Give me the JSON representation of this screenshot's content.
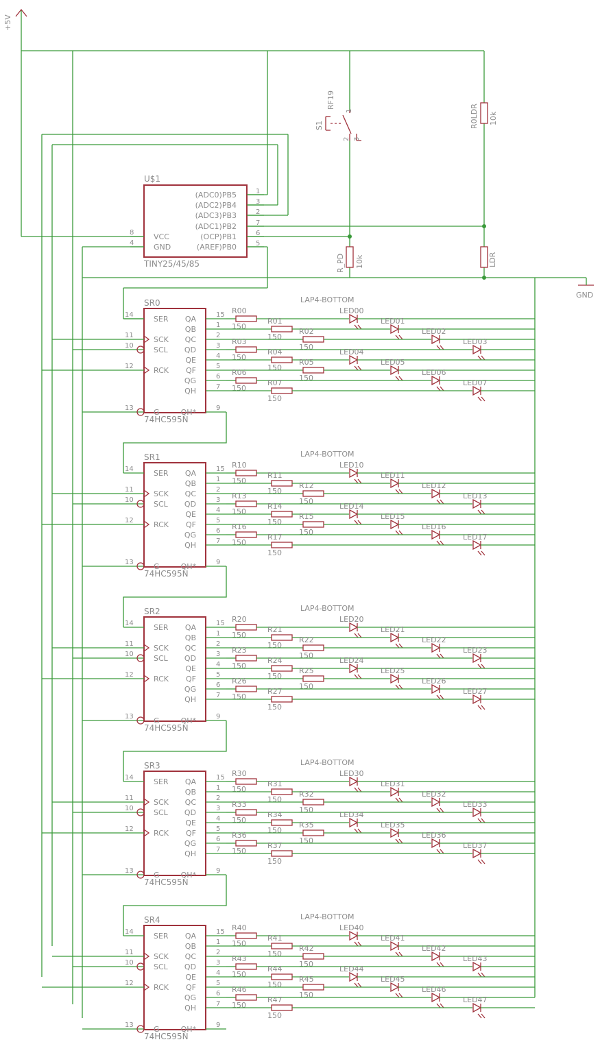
{
  "power": {
    "vcc_label": "+5V",
    "gnd_label": "GND"
  },
  "mcu": {
    "name": "U$1",
    "part": "TINY25/45/85",
    "left_pins": [
      {
        "num": "8",
        "name": "VCC"
      },
      {
        "num": "4",
        "name": "GND"
      }
    ],
    "right_pins": [
      {
        "num": "1",
        "name": "(ADC0)PB5"
      },
      {
        "num": "3",
        "name": "(ADC2)PB4"
      },
      {
        "num": "2",
        "name": "(ADC3)PB3"
      },
      {
        "num": "7",
        "name": "(ADC1)PB2"
      },
      {
        "num": "6",
        "name": "(OCP)PB1"
      },
      {
        "num": "5",
        "name": "(AREF)PB0"
      }
    ]
  },
  "switch": {
    "name": "S1",
    "part": "RF19",
    "pins": [
      "1",
      "2",
      "3"
    ]
  },
  "resistors_aux": [
    {
      "name": "R_PD",
      "value": "10k"
    },
    {
      "name": "R0LDR",
      "value": "10k"
    }
  ],
  "ldr": {
    "name": "LDR"
  },
  "shift_register_part": "74HC595N",
  "sr_left_pins": [
    {
      "num": "14",
      "name": "SER"
    },
    {
      "num": "11",
      "name": "SCK"
    },
    {
      "num": "10",
      "name": "SCL"
    },
    {
      "num": "12",
      "name": "RCK"
    },
    {
      "num": "13",
      "name": "G"
    }
  ],
  "sr_right_pins": [
    {
      "num": "15",
      "name": "QA"
    },
    {
      "num": "1",
      "name": "QB"
    },
    {
      "num": "2",
      "name": "QC"
    },
    {
      "num": "3",
      "name": "QD"
    },
    {
      "num": "4",
      "name": "QE"
    },
    {
      "num": "5",
      "name": "QF"
    },
    {
      "num": "6",
      "name": "QG"
    },
    {
      "num": "7",
      "name": "QH"
    },
    {
      "num": "9",
      "name": "QH*"
    }
  ],
  "led_array_label": "LAP4-BOTTOM",
  "resistor_value": "150",
  "shift_registers": [
    {
      "name": "SR0",
      "resistors": [
        "R00",
        "R01",
        "R02",
        "R03",
        "R04",
        "R05",
        "R06",
        "R07"
      ],
      "leds": [
        "LED00",
        "LED01",
        "LED02",
        "LED03",
        "LED04",
        "LED05",
        "LED06",
        "LED07"
      ]
    },
    {
      "name": "SR1",
      "resistors": [
        "R10",
        "R11",
        "R12",
        "R13",
        "R14",
        "R15",
        "R16",
        "R17"
      ],
      "leds": [
        "LED10",
        "LED11",
        "LED12",
        "LED13",
        "LED14",
        "LED15",
        "LED16",
        "LED17"
      ]
    },
    {
      "name": "SR2",
      "resistors": [
        "R20",
        "R21",
        "R22",
        "R23",
        "R24",
        "R25",
        "R26",
        "R27"
      ],
      "leds": [
        "LED20",
        "LED21",
        "LED22",
        "LED23",
        "LED24",
        "LED25",
        "LED26",
        "LED27"
      ]
    },
    {
      "name": "SR3",
      "resistors": [
        "R30",
        "R31",
        "R32",
        "R33",
        "R34",
        "R35",
        "R36",
        "R37"
      ],
      "leds": [
        "LED30",
        "LED31",
        "LED32",
        "LED33",
        "LED34",
        "LED35",
        "LED36",
        "LED37"
      ]
    },
    {
      "name": "SR4",
      "resistors": [
        "R40",
        "R41",
        "R42",
        "R43",
        "R44",
        "R45",
        "R46",
        "R47"
      ],
      "leds": [
        "LED40",
        "LED41",
        "LED42",
        "LED43",
        "LED44",
        "LED45",
        "LED46",
        "LED47"
      ]
    }
  ],
  "colors": {
    "wire": "#3a9a3a",
    "component": "#a0323c",
    "text": "#8c8c8c",
    "background": "#ffffff"
  }
}
